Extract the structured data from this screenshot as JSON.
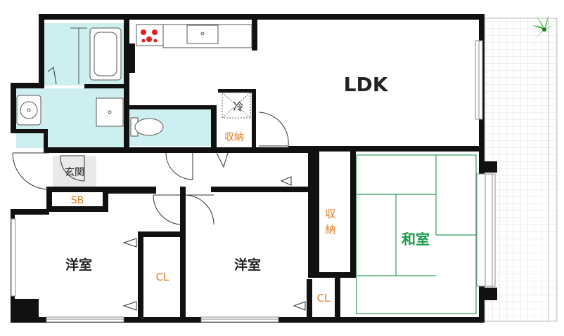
{
  "floorplan": {
    "rooms": {
      "ldk": "LDK",
      "washitsu": "和室",
      "yoshitsu_left": "洋室",
      "yoshitsu_right": "洋室",
      "genkan": "玄関",
      "sb": "SB",
      "storage_kitchen": "収納",
      "storage_vertical": [
        "収",
        "納"
      ],
      "closet_left": "CL",
      "closet_right": "CL",
      "fridge": "冷"
    },
    "colors": {
      "wall": "#111111",
      "wet_area": "#cdeff0",
      "tatami_line": "#2e9e5a",
      "balcony_grid": "#dddddd",
      "accent_orange": "#e07a1f",
      "plant": "#2faa2f",
      "stove_burner": "#e02020"
    },
    "icons": [
      "toilet-icon",
      "bathtub-icon",
      "sink-icon",
      "washbasin-icon",
      "stove-icon",
      "plant-icon",
      "fridge-icon",
      "washing-pan-icon"
    ]
  }
}
